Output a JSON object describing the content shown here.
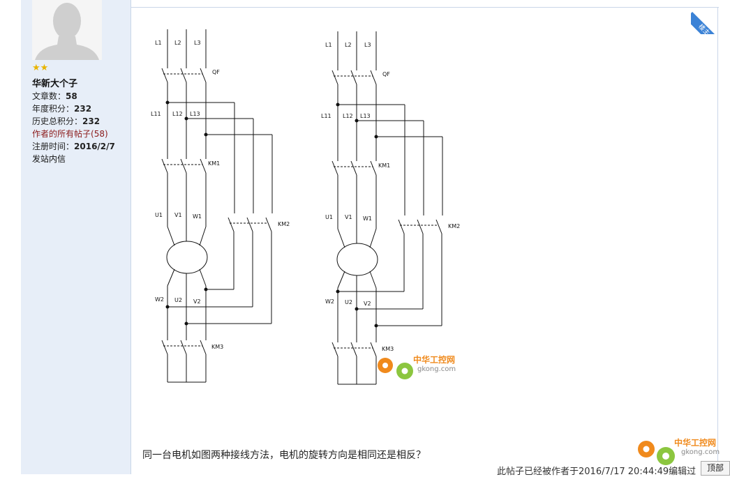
{
  "author": {
    "stars": "★★",
    "username": "华新大个子",
    "posts_label": "文章数：",
    "posts_value": "58",
    "year_points_label": "年度积分：",
    "year_points_value": "232",
    "total_points_label": "历史总积分：",
    "total_points_value": "232",
    "all_posts_label": "作者的所有帖子",
    "all_posts_count": "(58)",
    "register_label": "注册时间：",
    "register_value": "2016/2/7",
    "pm_label": "发站内信"
  },
  "post": {
    "ribbon_label": "楼主",
    "question": "同一台电机如图两种接线方法，电机的旋转方向是相同还是相反？",
    "edit_note": "此帖子已经被作者于2016/7/17 20:44:49编辑过"
  },
  "diagram": {
    "left": {
      "phases": [
        "L1",
        "L2",
        "L3"
      ],
      "breaker": "QF",
      "bus": [
        "L11",
        "L12",
        "L13"
      ],
      "contactor1": "KM1",
      "contactor2": "KM2",
      "contactor3": "KM3",
      "motor_top": [
        "U1",
        "V1",
        "W1"
      ],
      "motor_bottom": [
        "W2",
        "U2",
        "V2"
      ]
    },
    "right": {
      "phases": [
        "L1",
        "L2",
        "L3"
      ],
      "breaker": "QF",
      "bus": [
        "L11",
        "L12",
        "L13"
      ],
      "contactor1": "KM1",
      "contactor2": "KM2",
      "contactor3": "KM3",
      "motor_top": [
        "U1",
        "V1",
        "W1"
      ],
      "motor_bottom": [
        "W2",
        "U2",
        "V2"
      ]
    }
  },
  "watermark": {
    "cn": "中华工控网",
    "en": "gkong.com"
  },
  "nav": {
    "top_button": "顶部"
  },
  "colors": {
    "sidebar_bg": "#e7eef8",
    "ribbon": "#3b82d6",
    "link_red": "#8b1a1a",
    "watermark_orange": "#f08a1c",
    "watermark_green": "#8cc63f"
  }
}
